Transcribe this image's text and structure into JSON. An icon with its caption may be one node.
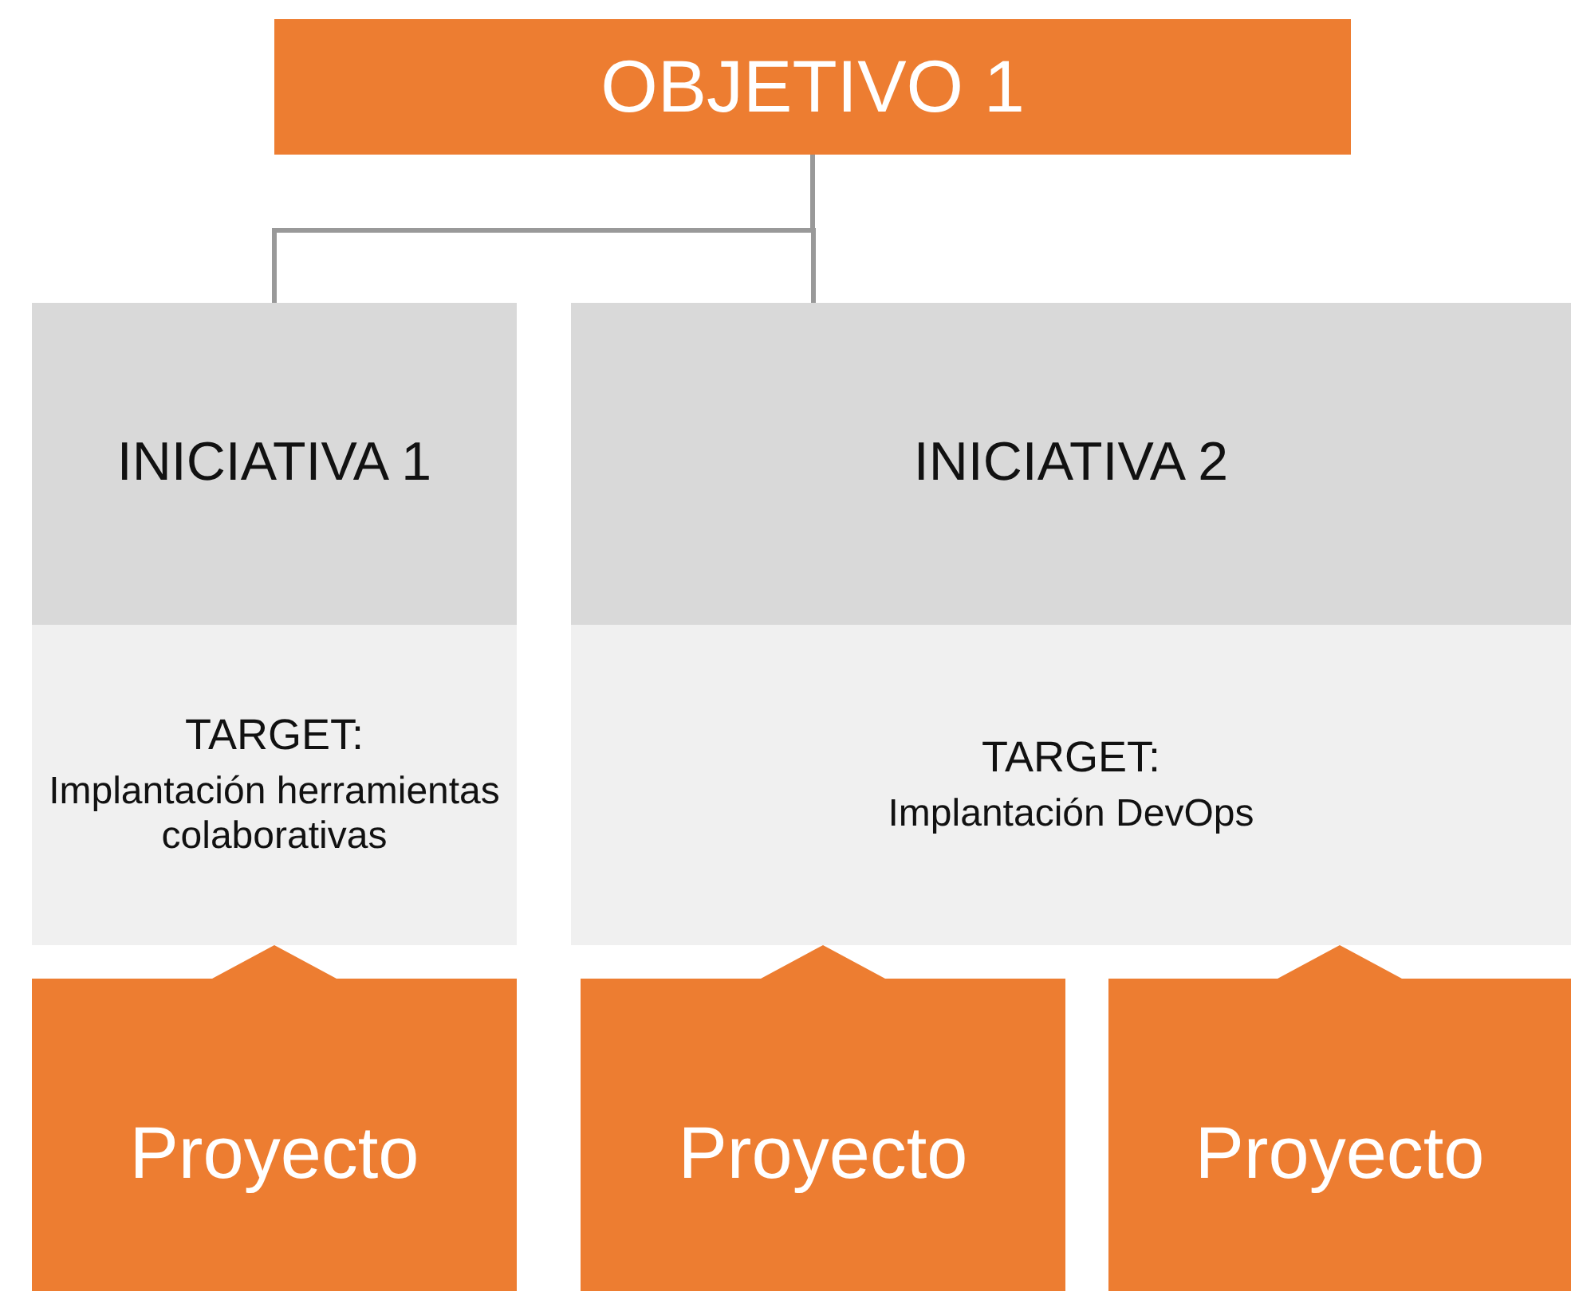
{
  "diagram": {
    "nodes": [
      {
        "text": [
          "OBJETIVO 1"
        ]
      },
      {
        "text": [
          "INICIATIVA 1"
        ]
      },
      {
        "text": [
          "TARGET:",
          "Implantación herramientas colaborativas"
        ]
      },
      {
        "text": [
          "INICIATIVA 2"
        ]
      },
      {
        "text": [
          "TARGET:",
          "Implantación DevOps"
        ]
      },
      {
        "text": [
          "Proyecto"
        ]
      },
      {
        "text": [
          "Proyecto"
        ]
      },
      {
        "text": [
          "Proyecto"
        ]
      }
    ],
    "edges": [
      {
        "from": 0,
        "to": 1,
        "arrow": "none"
      },
      {
        "from": 0,
        "to": 3,
        "arrow": "none"
      }
    ]
  }
}
